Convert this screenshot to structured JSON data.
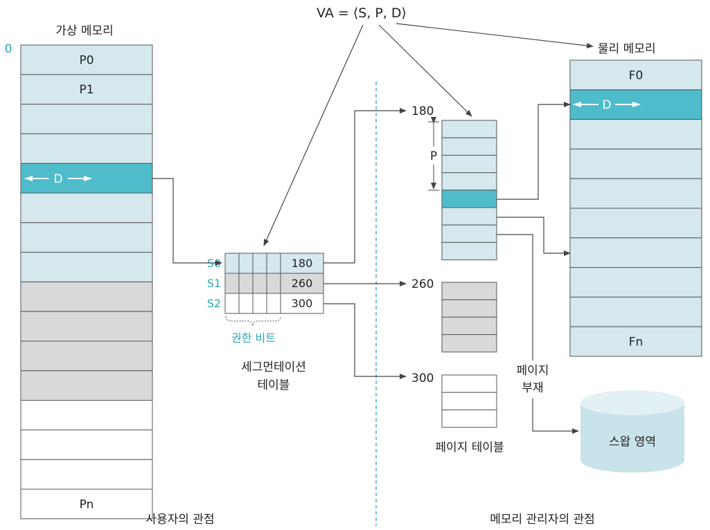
{
  "formula": "VA = ⟨S, P, D⟩",
  "virtual_memory": {
    "title": "가상 메모리",
    "zero_label": "0",
    "pages": [
      "P0",
      "P1",
      "",
      "",
      "",
      "",
      "",
      "",
      "",
      "",
      "",
      "",
      "",
      "",
      "",
      "Pn"
    ],
    "offset_label": "D"
  },
  "segment_table": {
    "rows": [
      {
        "label": "S0",
        "value": "180"
      },
      {
        "label": "S1",
        "value": "260"
      },
      {
        "label": "S2",
        "value": "300"
      }
    ],
    "permission_bits_label": "권한 비트",
    "title_line1": "세그먼테이션",
    "title_line2": "테이블"
  },
  "page_tables": {
    "starts": [
      "180",
      "260",
      "300"
    ],
    "p_label": "P",
    "title": "페이지 테이블"
  },
  "page_fault": {
    "line1": "페이지",
    "line2": "부재"
  },
  "physical_memory": {
    "title": "물리 메모리",
    "first_frame": "F0",
    "last_frame": "Fn",
    "offset_label": "D"
  },
  "swap": {
    "label": "스왑 영역"
  },
  "perspectives": {
    "user": "사용자의 관점",
    "mm": "메모리 관리자의 관점"
  },
  "colors": {
    "light_cyan": "#d4e8ee",
    "teal": "#4fbccb",
    "gray": "#d9d9d9",
    "border": "#555555",
    "divider": "#3aaabb",
    "arrow": "#444444"
  }
}
